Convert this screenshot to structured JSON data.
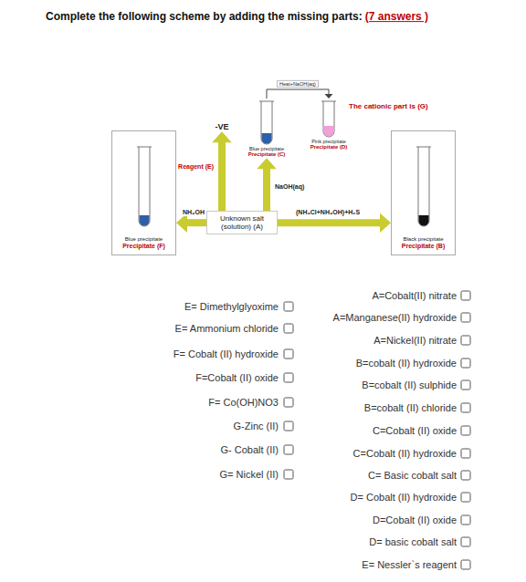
{
  "diagram": {
    "title": "Complete the following scheme by adding the missing parts:",
    "nodes": [
      {
        "text": [
          "Blue precipitate",
          "Precipitate (F)"
        ]
      },
      {
        "text": [
          "Unknown salt (solution) (A)"
        ]
      },
      {
        "text": [
          "Black precipitate",
          "Precipitate (B)"
        ]
      },
      {
        "text": [
          "Blue precipitate",
          "Precipitate (C)"
        ]
      },
      {
        "text": [
          "Pink precipitate",
          "Precipitate (D)"
        ]
      },
      {
        "text": [
          "-VE"
        ]
      }
    ],
    "edges": [
      {
        "from": 1,
        "to": 0,
        "arrow": "to",
        "label": "NH₄OH"
      },
      {
        "from": 1,
        "to": 2,
        "arrow": "to",
        "label": "(NH₄Cl+NH₄OH)+H₂S"
      },
      {
        "from": 1,
        "to": 3,
        "arrow": "to",
        "label": "NaOH(aq)"
      },
      {
        "from": 1,
        "to": 5,
        "arrow": "to",
        "label": "Reagent (E)"
      },
      {
        "from": 3,
        "to": 4,
        "arrow": "to",
        "label": "Heat+NaOH(aq)"
      }
    ],
    "labels": [
      "(7 answers )",
      "The cationic part is (G)",
      "E= Dimethylglyoxime",
      "E= Ammonium chloride",
      "F= Cobalt (II) hydroxide",
      "F=Cobalt (II) oxide",
      "F= Co(OH)NO3",
      "G-Zinc (II)",
      "G- Cobalt (II)",
      "G= Nickel (II)",
      "A=Cobalt(II) nitrate",
      "A=Manganese(II) hydroxide",
      "A=Nickel(II) nitrate",
      "B=cobalt (II) hydroxide",
      "B=cobalt (II) sulphide",
      "B=cobalt (II) chloride",
      "C=Cobalt (II) oxide",
      "C=Cobalt (II) hydroxide",
      "C= Basic cobalt salt",
      "D= Cobalt (II) hydroxide",
      "D=Cobalt (II) oxide",
      "D= basic cobalt salt",
      "E= Nessler`s reagent"
    ]
  }
}
